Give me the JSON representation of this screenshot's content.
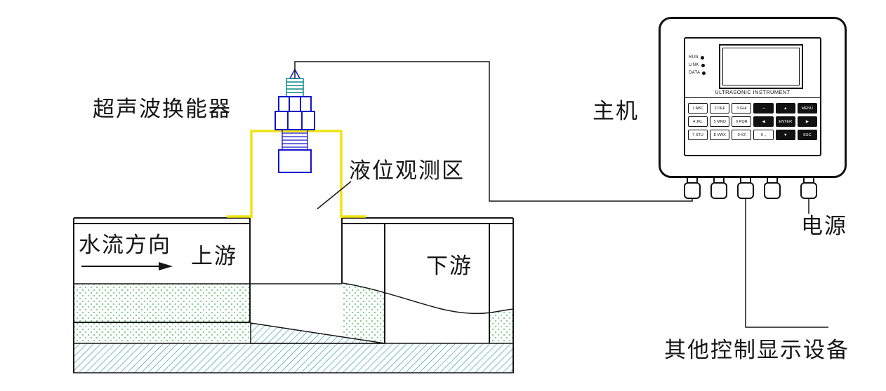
{
  "diagram": {
    "transducer_label": "超声波换能器",
    "observation_label": "液位观测区",
    "flow_direction_label": "水流方向",
    "upstream_label": "上游",
    "downstream_label": "下游",
    "main_unit_label": "主机",
    "power_label": "电源",
    "other_devices_label": "其他控制显示设备"
  },
  "instrument": {
    "panel_title": "ULTRASONIC INSTRUMENT",
    "leds": [
      "RUN",
      "LINK",
      "DATA"
    ],
    "keypad": {
      "keys": [
        "1 ABC",
        "2 DEF",
        "3 GHI",
        "·∼",
        "▲",
        "MENU",
        "4 JKL",
        "5 MNO",
        "6 PQR",
        "◀",
        "ENTER",
        "▶",
        "7 STU",
        "8 VWX",
        "9 YZ",
        "0 .,",
        "▼",
        "ESC"
      ]
    }
  },
  "colors": {
    "line": "#161616",
    "transducer_outline": "#1414cc",
    "transducer_top": "#0a8a8a",
    "bracket_yellow": "#f0e414",
    "water_dots_green": "#5ec06e",
    "hatch_teal": "#2aa08a"
  }
}
